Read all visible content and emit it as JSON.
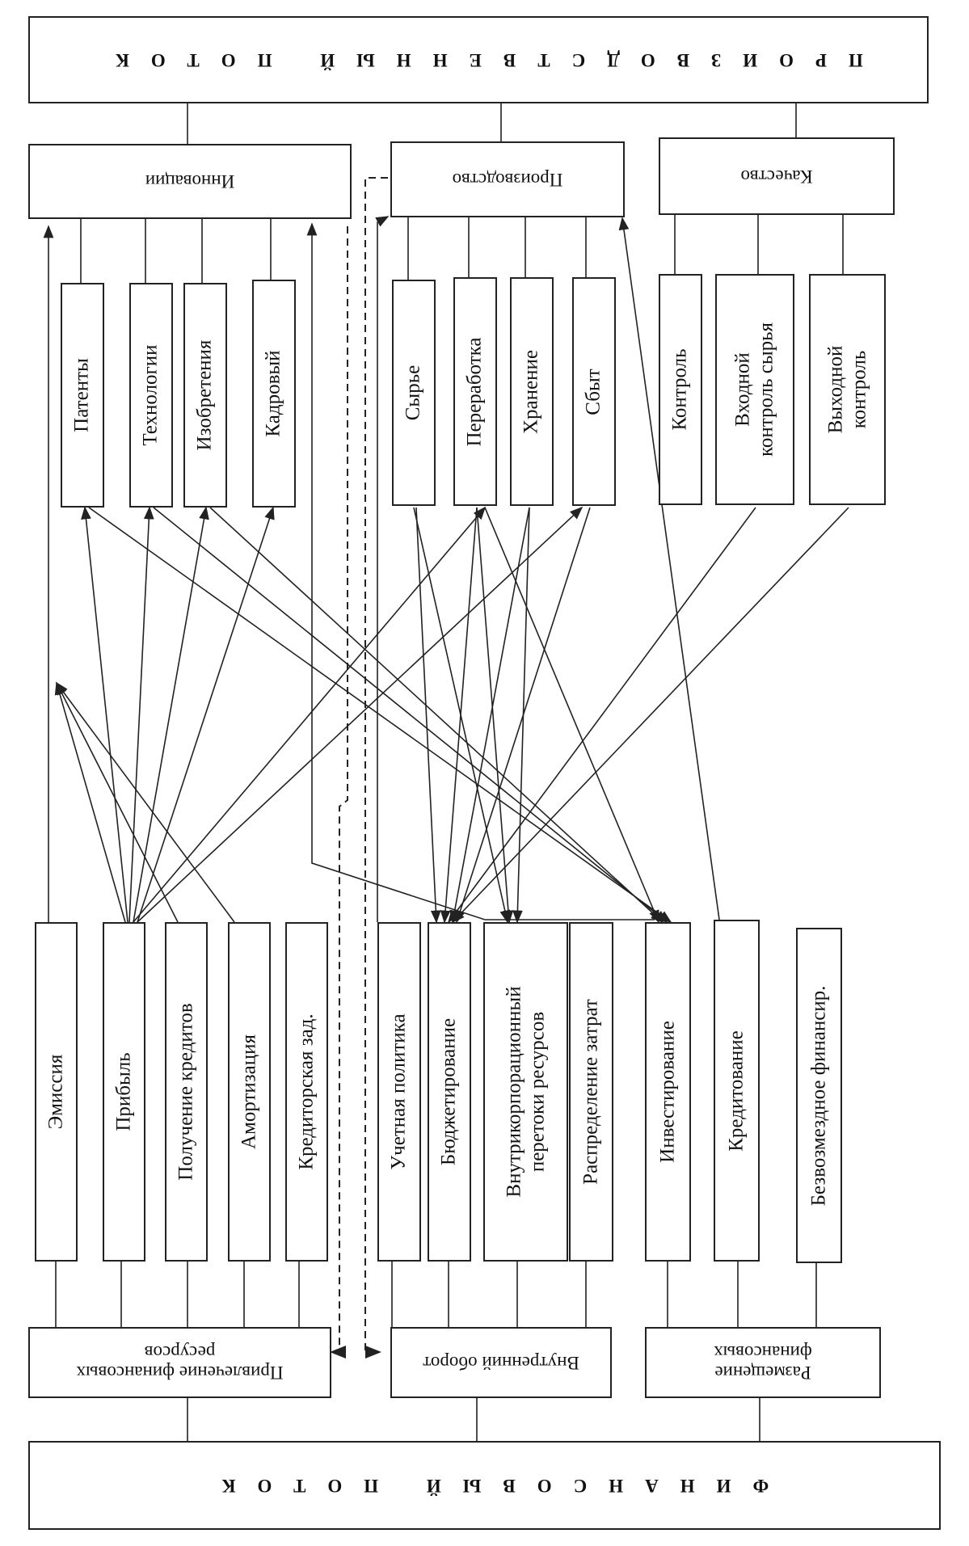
{
  "production_flow": {
    "title": "ПРОИЗВОДСТВЕННЫЙ ПОТОК"
  },
  "financial_flow": {
    "title": "ФИНАНСОВЫЙ ПОТОК"
  },
  "production_groups": [
    {
      "label": "Инновации",
      "items": [
        "Патенты",
        "Технологии",
        "Изобретения",
        "Кадровый"
      ]
    },
    {
      "label": "Производство",
      "items": [
        "Сырье",
        "Переработка",
        "Хранение",
        "Сбыт"
      ]
    },
    {
      "label": "Качество",
      "items": [
        "Контроль",
        "Входной\nконтроль сырья",
        "Выходной\nконтроль"
      ]
    }
  ],
  "financial_groups": [
    {
      "label": "Привлечение финансовых\nресурсов",
      "items": [
        "Эмиссия",
        "Прибыль",
        "Получение кредитов",
        "Амортизация",
        "Кредиторская зад."
      ]
    },
    {
      "label": "Внутренний оборот",
      "items": [
        "Учетная политика",
        "Бюджетирование",
        "Внутрикорпорационный\nперетоки ресурсов",
        "Распределение затрат"
      ]
    },
    {
      "label": "Размещение\nфинансовых",
      "items": [
        "Инвестирование",
        "Кредитование",
        "Безвозмездное финансир."
      ]
    }
  ]
}
